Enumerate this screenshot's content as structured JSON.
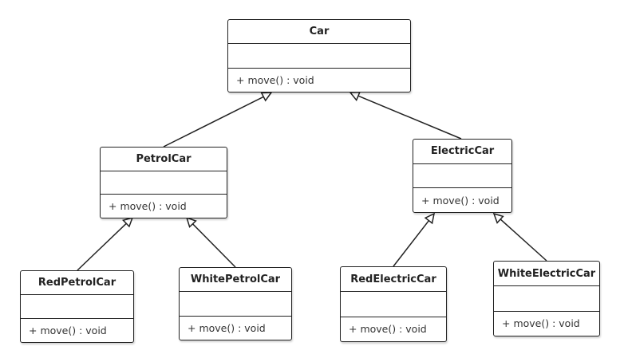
{
  "classes": {
    "car": {
      "name": "Car",
      "operation": "+ move() : void"
    },
    "petrol_car": {
      "name": "PetrolCar",
      "operation": "+ move() : void"
    },
    "electric_car": {
      "name": "ElectricCar",
      "operation": "+ move() : void"
    },
    "red_petrol_car": {
      "name": "RedPetrolCar",
      "operation": "+ move() : void"
    },
    "white_petrol_car": {
      "name": "WhitePetrolCar",
      "operation": "+ move() : void"
    },
    "red_electric_car": {
      "name": "RedElectricCar",
      "operation": "+ move() : void"
    },
    "white_electric_car": {
      "name": "WhiteElectricCar",
      "operation": "+ move() : void"
    }
  },
  "relations": [
    {
      "type": "generalization",
      "from": "petrol_car",
      "to": "car"
    },
    {
      "type": "generalization",
      "from": "electric_car",
      "to": "car"
    },
    {
      "type": "generalization",
      "from": "red_petrol_car",
      "to": "petrol_car"
    },
    {
      "type": "generalization",
      "from": "white_petrol_car",
      "to": "petrol_car"
    },
    {
      "type": "generalization",
      "from": "red_electric_car",
      "to": "electric_car"
    },
    {
      "type": "generalization",
      "from": "white_electric_car",
      "to": "electric_car"
    }
  ],
  "colors": {
    "stroke": "#222222",
    "text": "#222222",
    "background": "#ffffff"
  }
}
